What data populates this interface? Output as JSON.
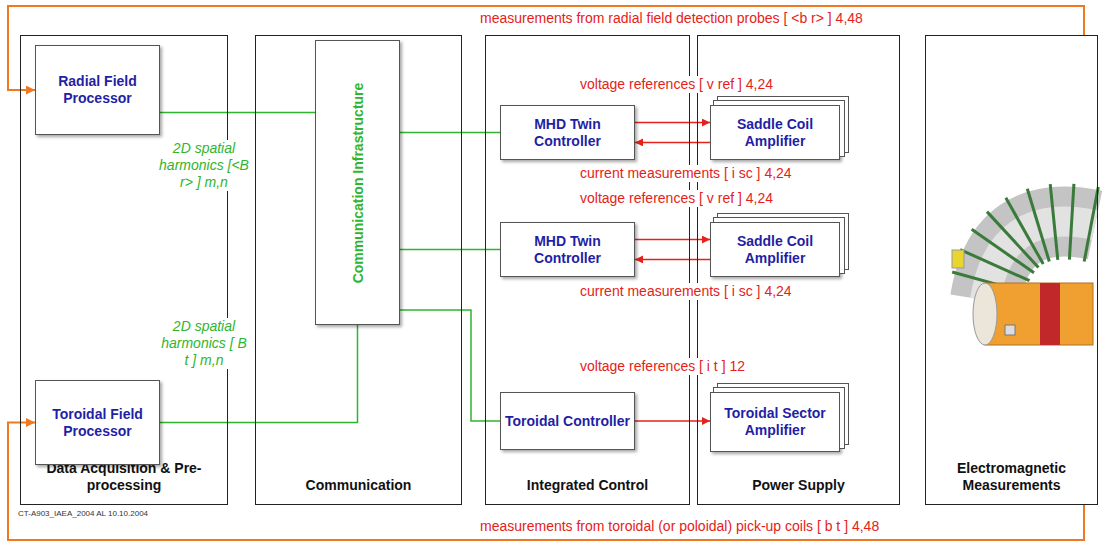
{
  "diagram": {
    "nodes": [
      {
        "text": [
          "Data Acquisition & Pre-processing"
        ]
      },
      {
        "text": [
          "Radial Field Processor"
        ],
        "in": 0
      },
      {
        "text": [
          "Toroidal Field Processor"
        ],
        "in": 0
      },
      {
        "text": [
          "Communication"
        ]
      },
      {
        "text": [
          "Communication Infrastructure"
        ],
        "in": 3
      },
      {
        "text": [
          "Integrated Control"
        ]
      },
      {
        "text": [
          "MHD Twin Controller"
        ],
        "in": 5
      },
      {
        "text": [
          "MHD Twin Controller"
        ],
        "in": 5
      },
      {
        "text": [
          "Toroidal Controller"
        ],
        "in": 5
      },
      {
        "text": [
          "Power Supply"
        ]
      },
      {
        "text": [
          "Saddle Coil Amplifier"
        ],
        "in": 9
      },
      {
        "text": [
          "Saddle Coil Amplifier"
        ],
        "in": 9
      },
      {
        "text": [
          "Toroidal Sector Amplifier"
        ],
        "in": 9
      },
      {
        "text": [
          "Electromagnetic Measurements"
        ]
      }
    ],
    "edges": [
      {
        "from": 13,
        "to": 1,
        "arrow": "to",
        "label": "measurements from radial field detection probes [ <b r> ] 4,48"
      },
      {
        "from": 13,
        "to": 2,
        "arrow": "to",
        "label": "measurements from toroidal (or poloidal) pick-up coils [ b t ] 4,48"
      },
      {
        "from": 1,
        "to": 4,
        "arrow": "none",
        "label": "2D spatial harmonics [<B r> ] m,n"
      },
      {
        "from": 2,
        "to": 4,
        "arrow": "none",
        "label": "2D spatial harmonics [ B t ] m,n"
      },
      {
        "from": 4,
        "to": 6,
        "arrow": "none"
      },
      {
        "from": 4,
        "to": 7,
        "arrow": "none"
      },
      {
        "from": 4,
        "to": 8,
        "arrow": "none"
      },
      {
        "from": 6,
        "to": 10,
        "arrow": "to",
        "label": "voltage references [ v ref ] 4,24"
      },
      {
        "from": 10,
        "to": 6,
        "arrow": "to",
        "label": "current measurements [ i sc ] 4,24"
      },
      {
        "from": 7,
        "to": 11,
        "arrow": "to",
        "label": "voltage references [ v ref ] 4,24"
      },
      {
        "from": 11,
        "to": 7,
        "arrow": "to",
        "label": "current measurements [ i sc ] 4,24"
      },
      {
        "from": 8,
        "to": 12,
        "arrow": "to",
        "label": "voltage references [ i t ] 12"
      }
    ],
    "labels": [
      "CT-A903_IAEA_2004 AL 10.10.2004"
    ]
  }
}
